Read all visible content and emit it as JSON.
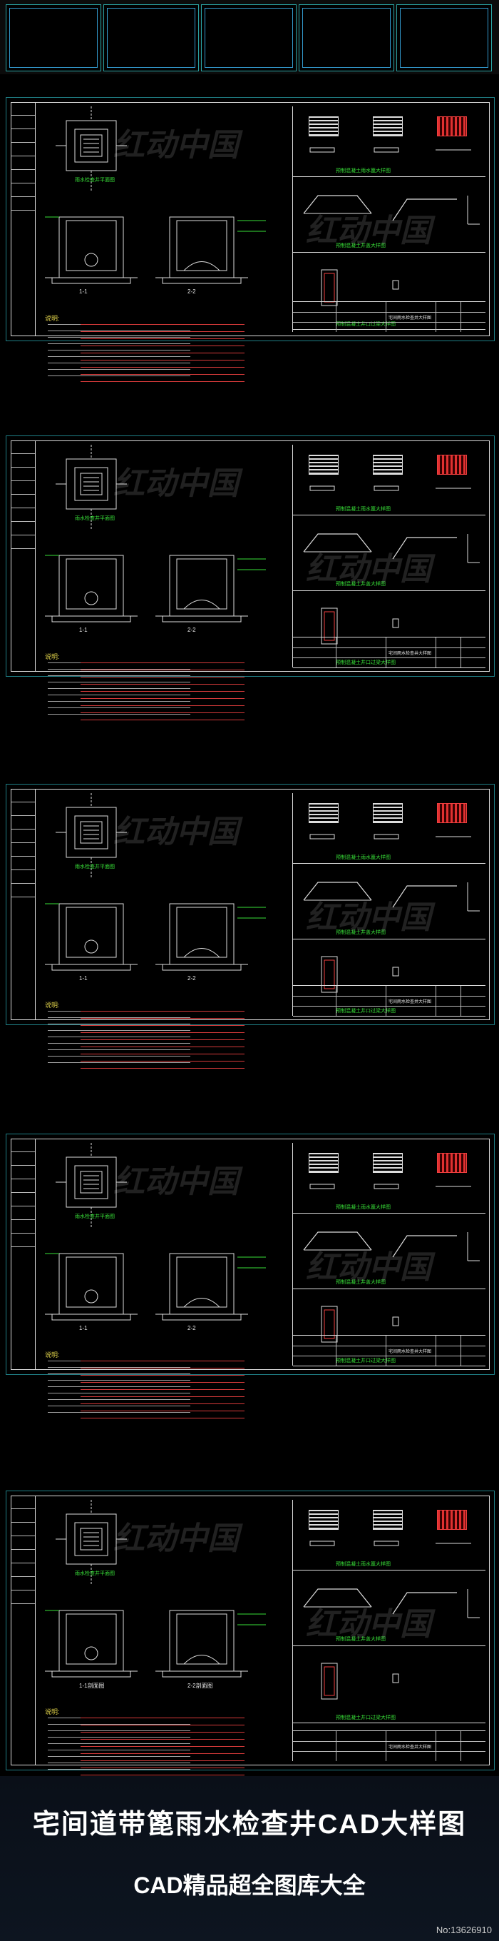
{
  "footer": {
    "title": "宅间道带篦雨水检查井CAD大样图",
    "subtitle": "CAD精品超全图库大全",
    "id_tag": "No:13626910"
  },
  "watermark": "红动中国",
  "sheets": [
    {
      "plan_caption": "雨水检查井平面图",
      "section_a": "1-1",
      "section_b": "2-2",
      "panel_captions": [
        "预制混凝土雨水篦大样图",
        "预制混凝土井盖大样图",
        "预制混凝土井口过梁大样图"
      ],
      "notes_title": "说明:",
      "titleblock_name": "宅间雨水检查井大样图"
    },
    {
      "plan_caption": "雨水检查井平面图",
      "section_a": "1-1",
      "section_b": "2-2",
      "panel_captions": [
        "预制混凝土雨水篦大样图",
        "预制混凝土井盖大样图",
        "预制混凝土井口过梁大样图"
      ],
      "notes_title": "说明:",
      "titleblock_name": "宅间雨水检查井大样图"
    },
    {
      "plan_caption": "雨水检查井平面图",
      "section_a": "1-1",
      "section_b": "2-2",
      "panel_captions": [
        "预制混凝土雨水篦大样图",
        "预制混凝土井盖大样图",
        "预制混凝土井口过梁大样图"
      ],
      "notes_title": "说明:",
      "titleblock_name": "宅间雨水检查井大样图"
    },
    {
      "plan_caption": "雨水检查井平面图",
      "section_a": "1-1",
      "section_b": "2-2",
      "panel_captions": [
        "预制混凝土雨水篦大样图",
        "预制混凝土井盖大样图",
        "预制混凝土井口过梁大样图"
      ],
      "notes_title": "说明:",
      "titleblock_name": "宅间雨水检查井大样图"
    },
    {
      "plan_caption": "雨水检查井平面图",
      "section_a": "1-1剖面图",
      "section_b": "2-2剖面图",
      "panel_captions": [
        "预制混凝土雨水篦大样图",
        "预制混凝土井盖大样图",
        "预制混凝土井口过梁大样图"
      ],
      "notes_title": "说明:",
      "titleblock_name": "宅间雨水检查井大样图"
    }
  ]
}
